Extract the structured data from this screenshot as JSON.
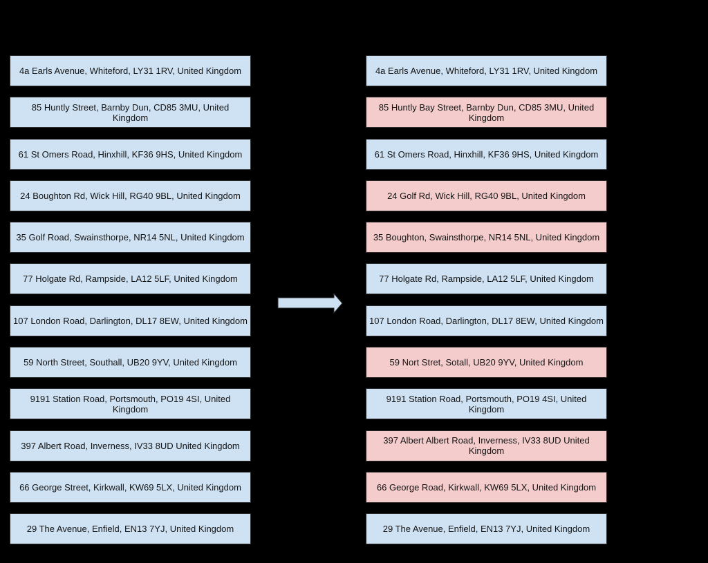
{
  "page": {
    "background": "#000000"
  },
  "diagram": {
    "colors": {
      "unchanged_fill": "#cfe2f3",
      "changed_fill": "#f4cccc",
      "border": "#2b2b2b",
      "text": "#141414"
    },
    "arrow": {
      "name": "right-arrow",
      "fill": "#cfe2f3",
      "stroke": "#2b2b2b"
    },
    "columns": {
      "original": {
        "items": [
          {
            "text": "4a Earls Avenue, Whiteford, LY31 1RV, United Kingdom",
            "state": "unchanged"
          },
          {
            "text": "85 Huntly Street, Barnby Dun, CD85 3MU, United Kingdom",
            "state": "unchanged"
          },
          {
            "text": "61 St Omers Road, Hinxhill, KF36 9HS, United Kingdom",
            "state": "unchanged"
          },
          {
            "text": "24 Boughton Rd, Wick Hill, RG40 9BL, United Kingdom",
            "state": "unchanged"
          },
          {
            "text": "35 Golf Road, Swainsthorpe, NR14 5NL, United Kingdom",
            "state": "unchanged"
          },
          {
            "text": "77 Holgate Rd, Rampside, LA12 5LF, United Kingdom",
            "state": "unchanged"
          },
          {
            "text": "107 London Road, Darlington, DL17 8EW, United Kingdom",
            "state": "unchanged"
          },
          {
            "text": "59 North Street, Southall, UB20 9YV, United Kingdom",
            "state": "unchanged"
          },
          {
            "text": "9191 Station Road, Portsmouth, PO19 4SI, United Kingdom",
            "state": "unchanged"
          },
          {
            "text": "397 Albert Road, Inverness, IV33 8UD United Kingdom",
            "state": "unchanged"
          },
          {
            "text": "66 George Street, Kirkwall, KW69 5LX, United Kingdom",
            "state": "unchanged"
          },
          {
            "text": "29 The Avenue, Enfield, EN13 7YJ, United Kingdom",
            "state": "unchanged"
          }
        ]
      },
      "modified": {
        "items": [
          {
            "text": "4a Earls Avenue, Whiteford, LY31 1RV, United Kingdom",
            "state": "unchanged"
          },
          {
            "text": "85 Huntly Bay Street, Barnby Dun, CD85 3MU, United Kingdom",
            "state": "changed"
          },
          {
            "text": "61 St Omers Road, Hinxhill, KF36 9HS, United Kingdom",
            "state": "unchanged"
          },
          {
            "text": "24 Golf Rd, Wick Hill, RG40 9BL, United Kingdom",
            "state": "changed"
          },
          {
            "text": "35 Boughton, Swainsthorpe, NR14 5NL, United Kingdom",
            "state": "changed"
          },
          {
            "text": "77 Holgate Rd, Rampside, LA12 5LF, United Kingdom",
            "state": "unchanged"
          },
          {
            "text": "107 London Road, Darlington, DL17 8EW, United Kingdom",
            "state": "unchanged"
          },
          {
            "text": "59 Nort Stret, Sotall, UB20 9YV, United Kingdom",
            "state": "changed"
          },
          {
            "text": "9191 Station Road, Portsmouth, PO19 4SI, United Kingdom",
            "state": "unchanged"
          },
          {
            "text": "397 Albert Albert Road, Inverness, IV33 8UD United Kingdom",
            "state": "changed"
          },
          {
            "text": "66 George Road, Kirkwall, KW69 5LX, United Kingdom",
            "state": "changed"
          },
          {
            "text": "29 The Avenue, Enfield, EN13 7YJ, United Kingdom",
            "state": "unchanged"
          }
        ]
      }
    }
  }
}
